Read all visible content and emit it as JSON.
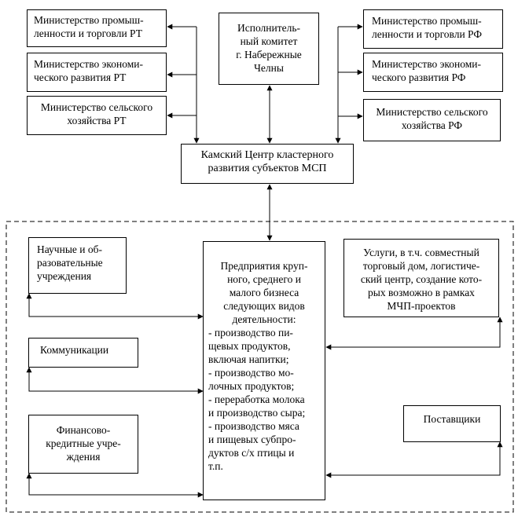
{
  "nodes": {
    "min_prom_rt": "Министерство промыш-\nленности и торговли РТ",
    "min_econ_rt": "Министерство экономи-\nческого развития РТ",
    "min_selh_rt": "Министерство сельского\nхозяйства РТ",
    "ispolkom": "Исполнитель-\nный комитет\nг. Набережные\nЧелны",
    "min_prom_rf": "Министерство промыш-\nленности и торговли РФ",
    "min_econ_rf": "Министерство экономи-\nческого развития РФ",
    "min_selh_rf": "Министерство сельского\nхозяйства РФ",
    "kamsky": "Камский Центр кластерного\nразвития субъектов МСП",
    "nauchnye": "Научные и об-\nразовательные\nучреждения",
    "kommunikacii": "Коммуникации",
    "finansovo": "Финансово-\nкредитные учре-\nждения",
    "predpriyatiya_title": "Предприятия круп-\nного, среднего и\nмалого бизнеса\nследующих видов\nдеятельности:",
    "predpriyatiya_list": "- производство пи-\nщевых продуктов,\nвключая напитки;\n- производство мо-\nлочных продуктов;\n- переработка молока\nи производство сыра;\n- производство мяса\nи пищевых субпро-\nдуктов с/х птицы и\nт.п.",
    "uslugi": "Услуги, в т.ч. совместный\nторговый дом, логистиче-\nский центр, создание кото-\nрых возможно в рамках\nМЧП-проектов",
    "postavshiki": "Поставщики"
  }
}
